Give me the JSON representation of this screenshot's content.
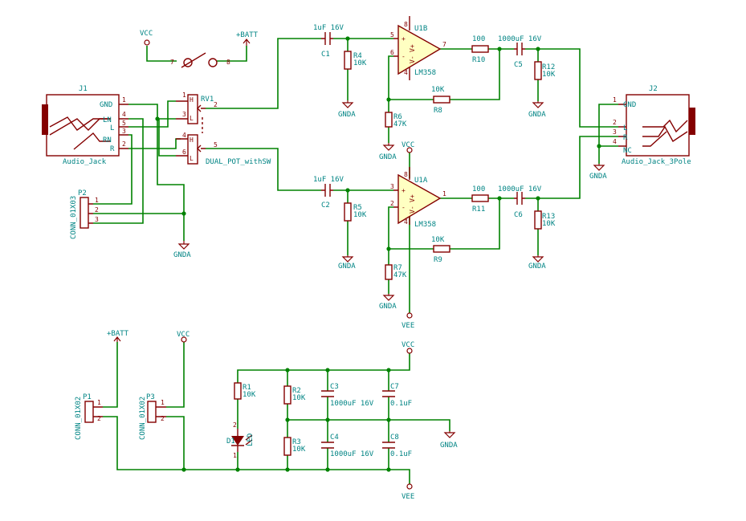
{
  "colors": {
    "wire": "#008200",
    "component": "#840000",
    "label": "#008484",
    "opamp_fill": "#ffffc2",
    "background": "#ffffff"
  },
  "power": {
    "vcc": "VCC",
    "batt": "+BATT",
    "gnda": "GNDA",
    "vee": "VEE"
  },
  "components": {
    "j1": {
      "ref": "J1",
      "value": "Audio_Jack",
      "pins": [
        "GND",
        "LN",
        "L",
        "RN",
        "R"
      ],
      "pin_numbers": [
        "1",
        "4",
        "5",
        "3",
        "2"
      ]
    },
    "j2": {
      "ref": "J2",
      "value": "Audio_Jack_3Pole",
      "pins": [
        "GND",
        "L",
        "R",
        "NC"
      ],
      "pin_numbers": [
        "1",
        "2",
        "3",
        "4"
      ]
    },
    "rv1": {
      "ref": "RV1",
      "value": "DUAL_POT_withSW",
      "pins": [
        "1",
        "3",
        "2",
        "4",
        "6",
        "5"
      ]
    },
    "sw": {
      "pins": [
        "7",
        "8"
      ]
    },
    "p2": {
      "ref": "P2",
      "value": "CONN_01X03",
      "pins": [
        "1",
        "2",
        "3"
      ]
    },
    "p1": {
      "ref": "P1",
      "value": "CONN_01X02",
      "pins": [
        "1",
        "2"
      ]
    },
    "p3": {
      "ref": "P3",
      "value": "CONN_01X02",
      "pins": [
        "1",
        "2"
      ]
    },
    "u1b": {
      "ref": "U1B",
      "value": "LM358",
      "pins": [
        "5",
        "6",
        "7",
        "8",
        "4"
      ]
    },
    "u1a": {
      "ref": "U1A",
      "value": "LM358",
      "pins": [
        "3",
        "2",
        "1",
        "8",
        "4"
      ]
    },
    "opamp_marks": {
      "plus": "+",
      "minus": "-",
      "vplus": "V+",
      "vminus": "V-"
    },
    "c1": {
      "ref": "C1",
      "value": "1uF 16V"
    },
    "c2": {
      "ref": "C2",
      "value": "1uF 16V"
    },
    "c3": {
      "ref": "C3",
      "value": "1000uF 16V"
    },
    "c4": {
      "ref": "C4",
      "value": "1000uF 16V"
    },
    "c5": {
      "ref": "C5",
      "value": "1000uF 16V"
    },
    "c6": {
      "ref": "C6",
      "value": "1000uF 16V"
    },
    "c7": {
      "ref": "C7",
      "value": "0.1uF"
    },
    "c8": {
      "ref": "C8",
      "value": "0.1uF"
    },
    "r1": {
      "ref": "R1",
      "value": "10K"
    },
    "r2": {
      "ref": "R2",
      "value": "10K"
    },
    "r3": {
      "ref": "R3",
      "value": "10K"
    },
    "r4": {
      "ref": "R4",
      "value": "10K"
    },
    "r5": {
      "ref": "R5",
      "value": "10K"
    },
    "r6": {
      "ref": "R6",
      "value": "47K"
    },
    "r7": {
      "ref": "R7",
      "value": "47K"
    },
    "r8": {
      "ref": "R8",
      "value": "10K"
    },
    "r9": {
      "ref": "R9",
      "value": "10K"
    },
    "r10": {
      "ref": "R10",
      "value": "100"
    },
    "r11": {
      "ref": "R11",
      "value": "100"
    },
    "r12": {
      "ref": "R12",
      "value": "10K"
    },
    "r13": {
      "ref": "R13",
      "value": "10K"
    },
    "d1": {
      "ref": "D1",
      "value": "LED",
      "pins": [
        "2",
        "1"
      ]
    }
  }
}
